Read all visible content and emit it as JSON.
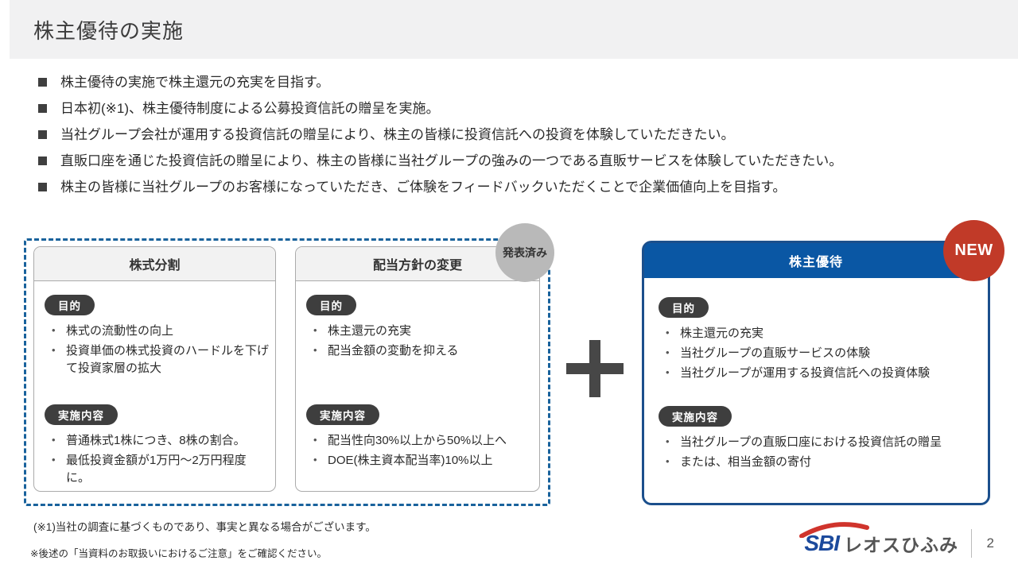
{
  "header": {
    "title": "株主優待の実施"
  },
  "bullets": [
    "株主優待の実施で株主還元の充実を目指す。",
    "日本初(※1)、株主優待制度による公募投資信託の贈呈を実施。",
    "当社グループ会社が運用する投資信託の贈呈により、株主の皆様に投資信託への投資を体験していただきたい。",
    "直販口座を通じた投資信託の贈呈により、株主の皆様に当社グループの強みの一つである直販サービスを体験していただきたい。",
    "株主の皆様に当社グループのお客様になっていただき、ご体験をフィードバックいただくことで企業価値向上を目指す。"
  ],
  "labels": {
    "purpose": "目的",
    "implementation": "実施内容",
    "announced_badge": "発表済み",
    "new_badge": "NEW",
    "plus_sign": "+"
  },
  "cards": [
    {
      "title": "株式分割",
      "purpose_items": [
        "株式の流動性の向上",
        "投資単価の株式投資のハードルを下げて投資家層の拡大"
      ],
      "impl_items": [
        "普通株式1株につき、8株の割合。",
        "最低投資金額が1万円～2万円程度に。"
      ]
    },
    {
      "title": "配当方針の変更",
      "purpose_items": [
        "株主還元の充実",
        "配当金額の変動を抑える"
      ],
      "impl_items": [
        "配当性向30%以上から50%以上へ",
        "DOE(株主資本配当率)10%以上"
      ]
    },
    {
      "title": "株主優待",
      "purpose_items": [
        "株主還元の充実",
        "当社グループの直販サービスの体験",
        "当社グループが運用する投資信託への投資体験"
      ],
      "impl_items": [
        "当社グループの直販口座における投資信託の贈呈",
        "または、相当金額の寄付"
      ]
    }
  ],
  "footnotes": {
    "note1": "(※1)当社の調査に基づくものであり、事実と異なる場合がございます。",
    "note2": "※後述の「当資料のお取扱いにおけるご注意」をご確認ください。"
  },
  "footer": {
    "logo_sbi": "SBI",
    "logo_brand": "レオスひふみ",
    "page_number": "2"
  },
  "colors": {
    "header_bar_gray": "#f1f1f2",
    "dotted_border_blue": "#19629c",
    "card_border_gray": "#ababab",
    "card_header_gray": "#f2f2f2",
    "pill_dark": "#3e3e3e",
    "blue_card_border": "#1b4f8c",
    "blue_card_header": "#0a57a4",
    "new_badge_red": "#c13a28",
    "announced_badge_gray": "#b9b9b9",
    "plus_dark": "#474747",
    "logo_blue": "#1c4a9c",
    "logo_red": "#d0342c"
  }
}
